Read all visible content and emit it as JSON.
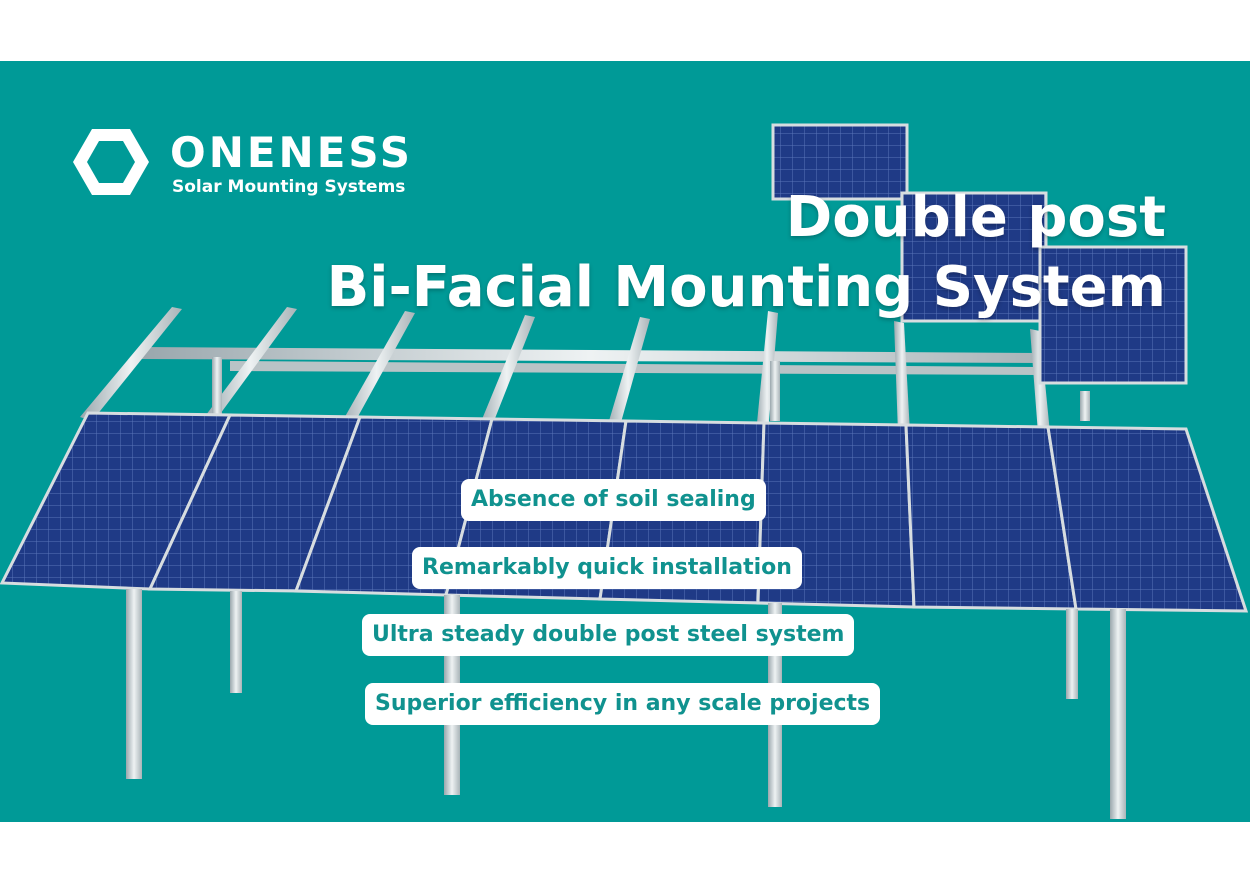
{
  "brand": {
    "name": "ONENESS",
    "tagline": "Solar Mounting Systems"
  },
  "headline": {
    "line1": "Double post",
    "line2": "Bi-Facial Mounting System"
  },
  "features": [
    "Absence of soil sealing",
    "Remarkably quick installation",
    "Ultra steady double post steel system",
    "Superior efficiency in any scale projects"
  ],
  "colors": {
    "background": "#009a97",
    "accent_text": "#10928f",
    "panel": "#1e3378"
  }
}
